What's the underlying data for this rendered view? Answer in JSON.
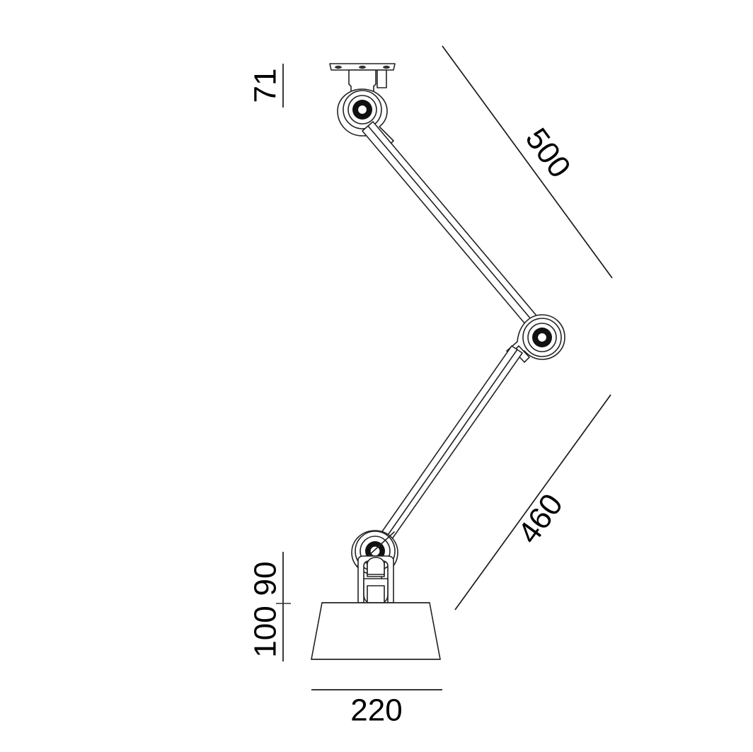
{
  "drawing": {
    "title": "Ceiling mounted articulated lamp - dimensioned technical drawing",
    "units": "mm",
    "background_color": "#ffffff",
    "line_color": "#222222",
    "text_color": "#000000"
  },
  "dimensions": {
    "mount_height": {
      "label": "71",
      "value": 71,
      "orientation": "vertical",
      "description": "height of ceiling mount bracket"
    },
    "upper_arm": {
      "label": "500",
      "value": 500,
      "orientation": "diagonal",
      "description": "length of upper arm"
    },
    "lower_arm": {
      "label": "460",
      "value": 460,
      "orientation": "diagonal",
      "description": "length of lower arm"
    },
    "shade_joint": {
      "label": "90",
      "value": 90,
      "orientation": "vertical",
      "description": "height from joint to shade top"
    },
    "shade_height": {
      "label": "100",
      "value": 100,
      "orientation": "vertical",
      "description": "height of shade"
    },
    "shade_width": {
      "label": "220",
      "value": 220,
      "orientation": "horizontal",
      "description": "bottom diameter of shade"
    }
  },
  "parts": {
    "ceiling_plate": "ceiling-mount-plate",
    "top_joint": "top-pivot-joint",
    "upper_arm": "upper-arm-tube",
    "elbow_joint": "elbow-pivot-joint",
    "lower_arm": "lower-arm-tube",
    "shade_joint": "shade-pivot-joint",
    "shade": "lamp-shade"
  }
}
